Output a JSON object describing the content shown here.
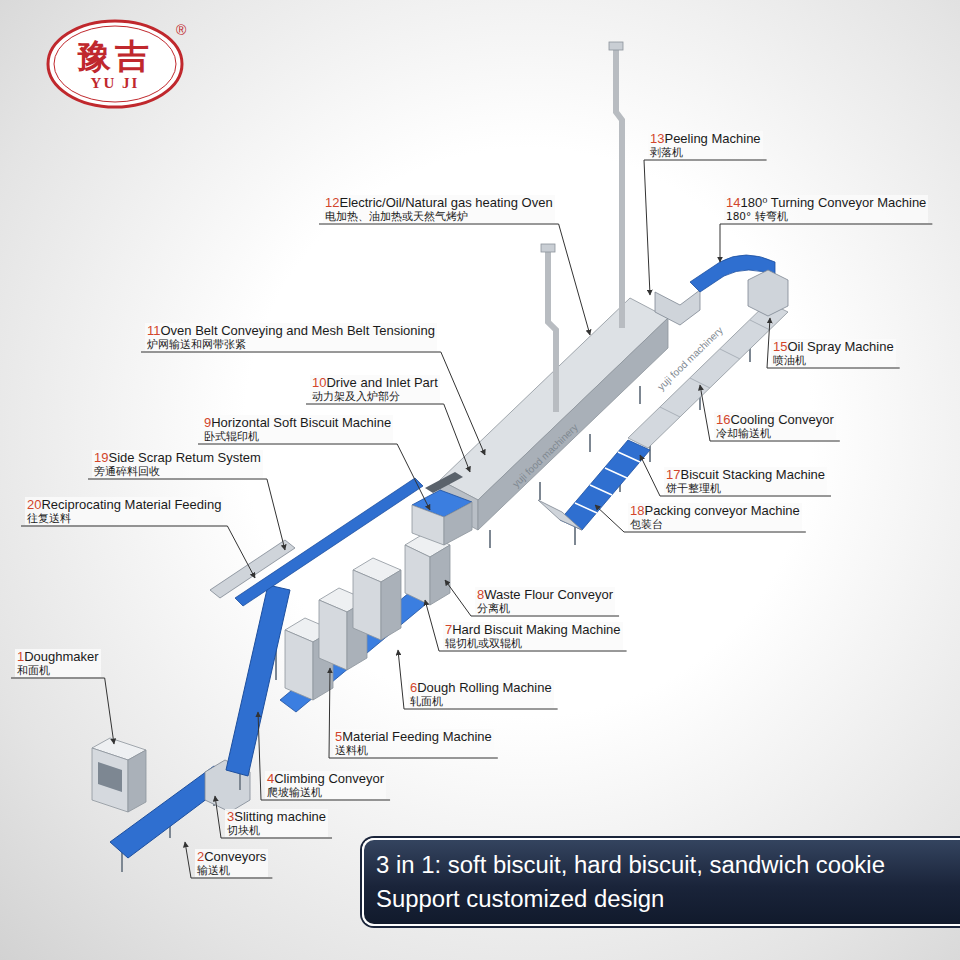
{
  "diagram": {
    "nodes": [
      {
        "text": [
          "豫吉",
          "YU JI"
        ]
      },
      {
        "text": [
          "3 in 1: soft biscuit, hard biscuit, sandwich cookie",
          "Support customized design"
        ]
      }
    ],
    "labels": [
      "1",
      "Doughmaker",
      "和面机",
      "2",
      "Conveyors",
      "输送机",
      "3",
      "Slitting machine",
      "切块机",
      "4",
      "Climbing Conveyor",
      "爬坡输送机",
      "5",
      "Material Feeding Machine",
      "送料机",
      "6",
      "Dough Rolling Machine",
      "轧面机",
      "7",
      "Hard Biscuit Making Machine",
      "辊切机或双辊机",
      "8",
      "Waste Flour Conveyor",
      "分离机",
      "9",
      "Horizontal Soft Biscuit Machine",
      "卧式辊印机",
      "10",
      "Drive and Inlet Part",
      "动力架及入炉部分",
      "11",
      "Oven Belt Conveying and Mesh Belt Tensioning",
      "炉网输送和网带张紧",
      "12",
      "Electric/Oil/Natural gas heating Oven",
      "电加热、油加热或天然气烤炉",
      "13",
      "Peeling Machine",
      "剥落机",
      "14",
      "180⁰ Turning Conveyor Machine",
      "180° 转弯机",
      "15",
      "Oil Spray Machine",
      "喷油机",
      "16",
      "Cooling Conveyor",
      "冷却输送机",
      "17",
      "Biscuit Stacking Machine",
      "饼干整理机",
      "18",
      "Packing conveyor Machine",
      "包装台",
      "19",
      "Side Scrap Retum System",
      "旁通碎料回收",
      "20",
      "Reciprocating Material Feeding",
      "往复送料",
      "®",
      "yuji food machinery",
      "yuji food machinery"
    ]
  }
}
